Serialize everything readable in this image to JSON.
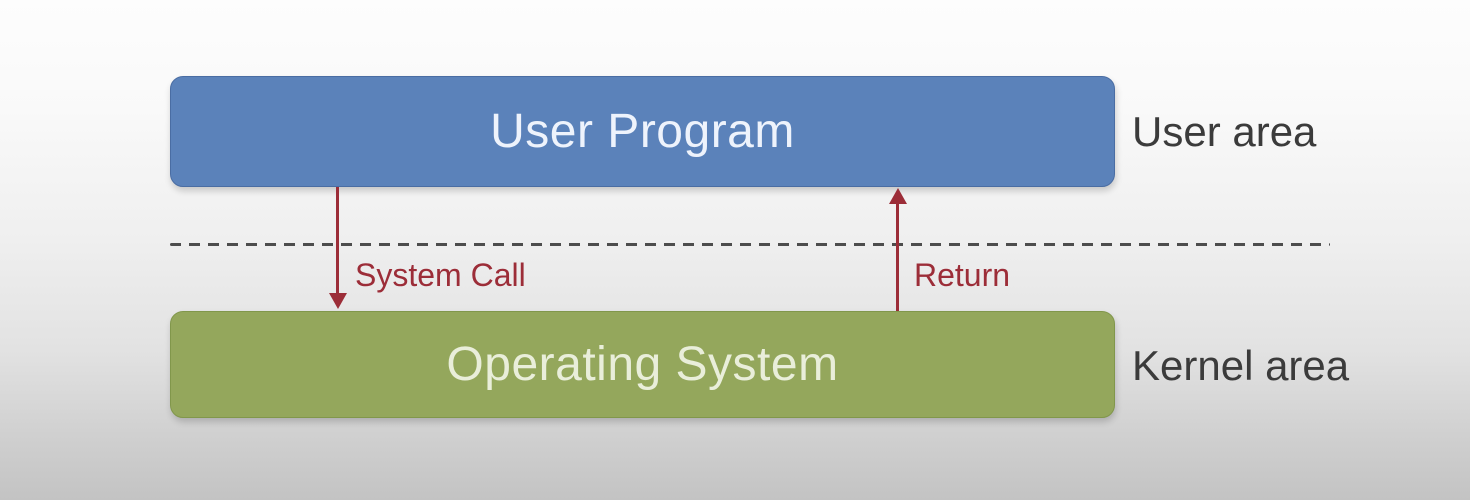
{
  "diagram": {
    "user_program_label": "User Program",
    "operating_system_label": "Operating System",
    "user_area_label": "User area",
    "kernel_area_label": "Kernel area",
    "system_call_label": "System Call",
    "return_label": "Return"
  },
  "colors": {
    "user_program_fill": "#5b82ba",
    "user_program_border": "#4a6da3",
    "operating_system_fill": "#94a75c",
    "operating_system_border": "#81974b",
    "arrow_color": "#9c2d38",
    "area_label_color": "#3b3b3b",
    "dashed_line_color": "#4d4d4d"
  }
}
